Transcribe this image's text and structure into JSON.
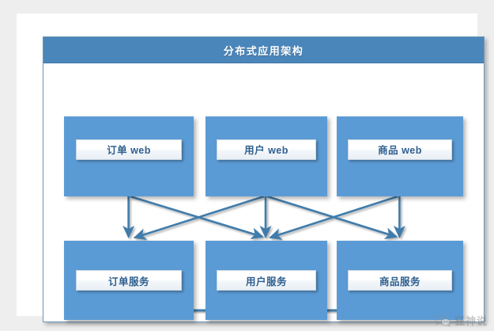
{
  "panel": {
    "title": "分布式应用架构"
  },
  "tiers": [
    {
      "id": "web-tier",
      "nodes": [
        {
          "id": "order-web",
          "label": "订单 web"
        },
        {
          "id": "user-web",
          "label": "用户 web"
        },
        {
          "id": "product-web",
          "label": "商品 web"
        }
      ]
    },
    {
      "id": "service-tier",
      "nodes": [
        {
          "id": "order-service",
          "label": "订单服务"
        },
        {
          "id": "user-service",
          "label": "用户服务"
        },
        {
          "id": "product-service",
          "label": "商品服务"
        }
      ]
    }
  ],
  "watermark": {
    "text": "狂神说",
    "icon": "wechat-logo-icon"
  },
  "colors": {
    "node_fill": "#5b9bd5",
    "title_bar": "#4a86ba",
    "connector": "#3f7cab",
    "label_text": "#2e5f8f",
    "panel_border": "#6d98bd",
    "page_background": "#eeeeee",
    "sheet_background": "#ffffff"
  }
}
